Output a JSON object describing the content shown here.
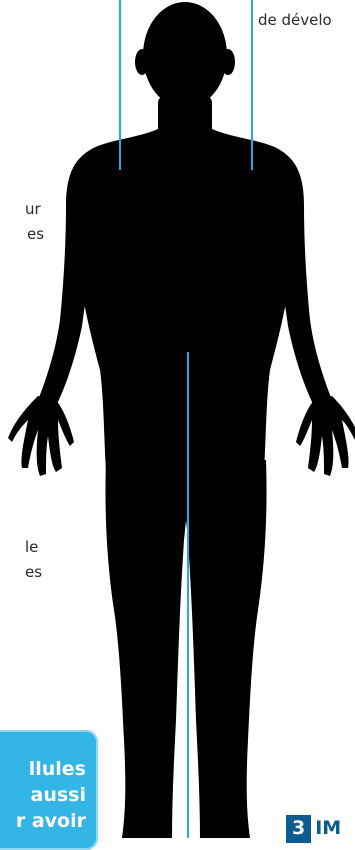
{
  "text_fragments": {
    "top_right": "de dévelo",
    "left_1": "ur",
    "left_2": "es",
    "left_3": "le",
    "left_4": "es"
  },
  "callout": {
    "line_1": "llules",
    "line_2": "aussi",
    "line_3": "r avoir"
  },
  "section_heading": {
    "number": "3",
    "title": "IM"
  },
  "figure": {
    "icon": "human-body-silhouette-icon",
    "silhouette_color": "#000000",
    "pointer_line_color": "#29a9e1"
  },
  "colors": {
    "callout_bg": "#33b5e5",
    "section_accent": "#0d5c8f",
    "body_text": "#2b2b2b"
  }
}
